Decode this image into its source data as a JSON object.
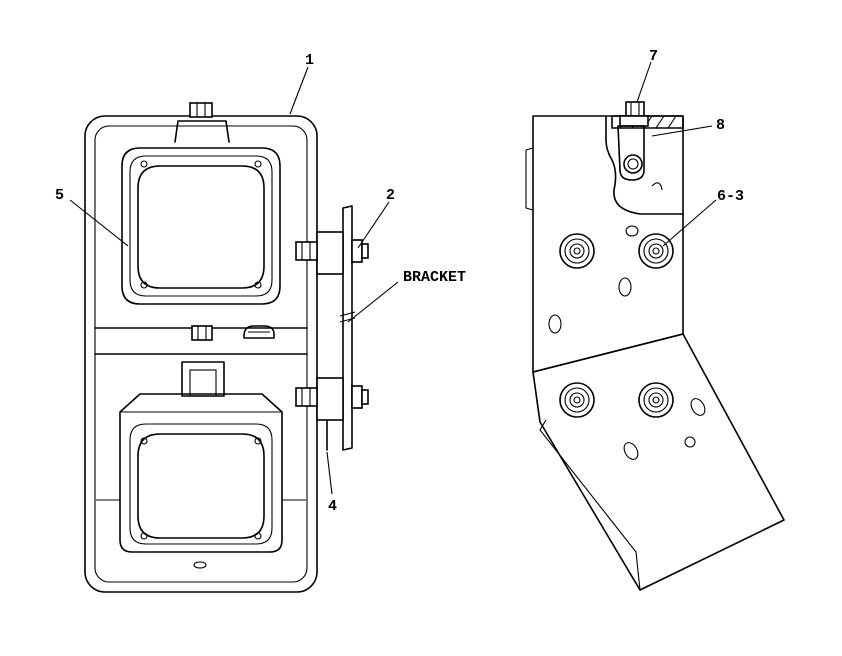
{
  "callouts": {
    "c1": "1",
    "c2": "2",
    "c4": "4",
    "c5": "5",
    "c6_3": "6-3",
    "c7": "7",
    "c8": "8",
    "bracket": "BRACKET"
  }
}
